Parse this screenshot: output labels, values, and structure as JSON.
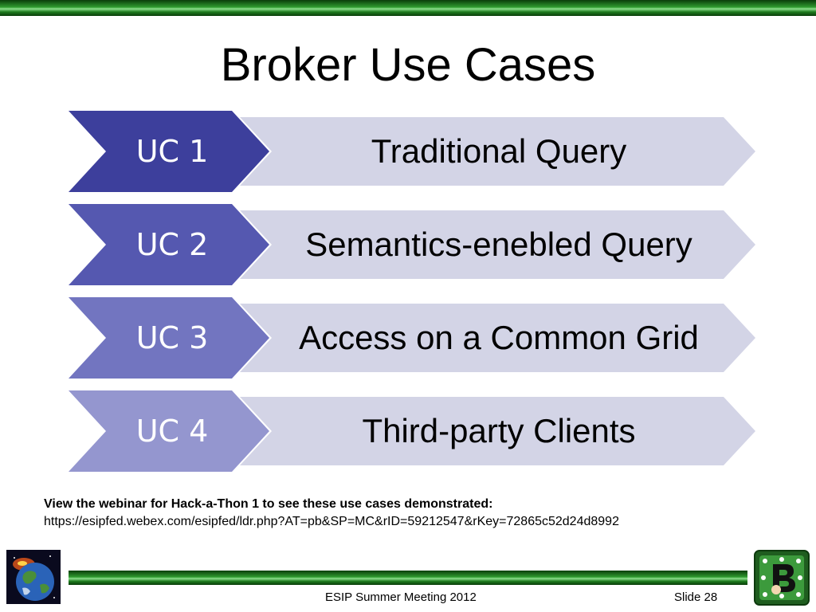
{
  "title": "Broker Use Cases",
  "use_cases": [
    {
      "id": "UC 1",
      "label": "Traditional Query",
      "color": "#3d3f9c"
    },
    {
      "id": "UC 2",
      "label": "Semantics-enebled Query",
      "color": "#5558b0"
    },
    {
      "id": "UC 3",
      "label": "Access on a Common Grid",
      "color": "#7275c0"
    },
    {
      "id": "UC 4",
      "label": "Third-party Clients",
      "color": "#9496cf"
    }
  ],
  "note": {
    "line1": "View the webinar for Hack-a-Thon 1 to see these use cases demonstrated:",
    "line2": "https://esipfed.webex.com/esipfed/ldr.php?AT=pb&SP=MC&rID=59212547&rKey=72865c52d24d8992"
  },
  "footer": {
    "meeting": "ESIP Summer Meeting 2012",
    "slide": "Slide 28"
  },
  "colors": {
    "banner_green": "#2f9a2f",
    "label_fill": "#d3d4e6"
  },
  "icons": {
    "left_logo": "earth-globe-logo",
    "right_logo": "broker-b-logo"
  }
}
